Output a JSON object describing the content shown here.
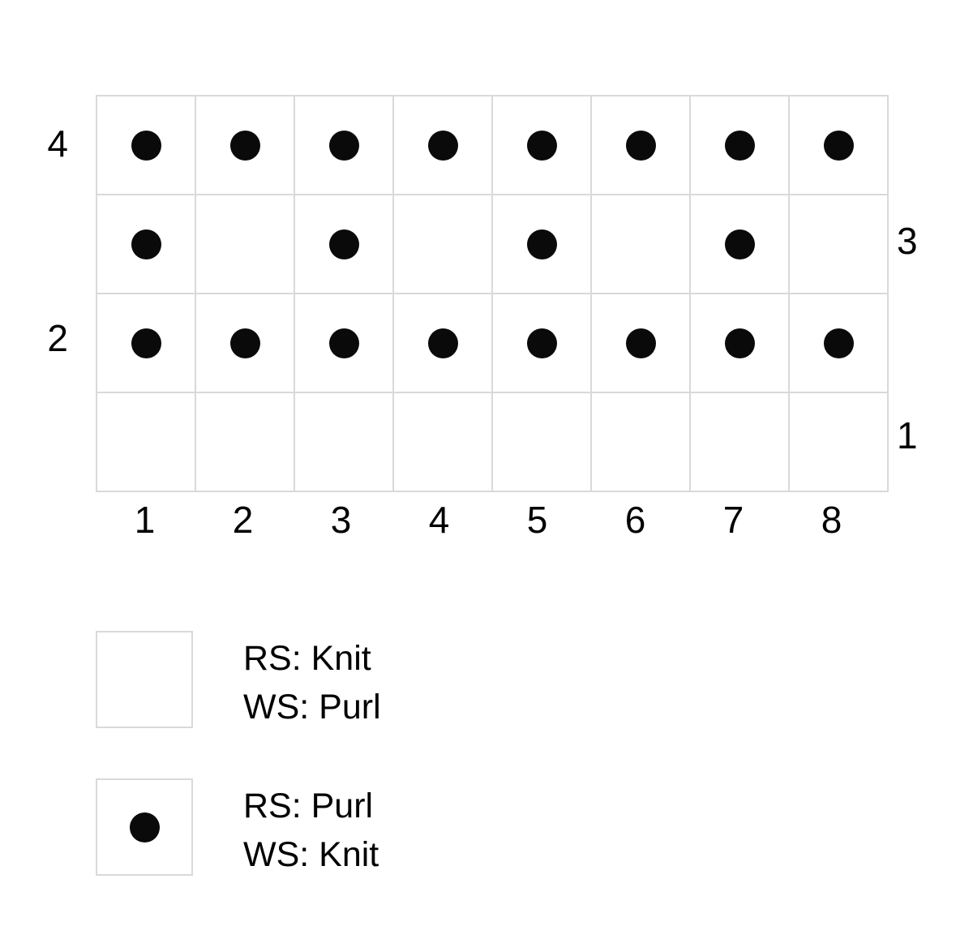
{
  "chart_data": {
    "type": "table",
    "title": "",
    "description": "Knitting stitch chart, 8 stitches wide by 4 rows tall",
    "columns": 8,
    "rows": 4,
    "symbols": {
      "empty": "",
      "dot": "purl-dot"
    },
    "column_labels": [
      "1",
      "2",
      "3",
      "4",
      "5",
      "6",
      "7",
      "8"
    ],
    "row_labels_left": [
      "4",
      "",
      "2",
      ""
    ],
    "row_labels_right": [
      "",
      "3",
      "",
      "1"
    ],
    "grid_top_to_bottom": [
      {
        "row_number": "4",
        "side": "WS",
        "label_side": "left",
        "cells": [
          "dot",
          "dot",
          "dot",
          "dot",
          "dot",
          "dot",
          "dot",
          "dot"
        ]
      },
      {
        "row_number": "3",
        "side": "RS",
        "label_side": "right",
        "cells": [
          "dot",
          "empty",
          "dot",
          "empty",
          "dot",
          "empty",
          "dot",
          "empty"
        ]
      },
      {
        "row_number": "2",
        "side": "WS",
        "label_side": "left",
        "cells": [
          "dot",
          "dot",
          "dot",
          "dot",
          "dot",
          "dot",
          "dot",
          "dot"
        ]
      },
      {
        "row_number": "1",
        "side": "RS",
        "label_side": "right",
        "cells": [
          "empty",
          "empty",
          "empty",
          "empty",
          "empty",
          "empty",
          "empty",
          "empty"
        ]
      }
    ],
    "grid_line_color": "#d9d9d9",
    "dot_color": "#0a0a0a",
    "background_color": "#ffffff"
  },
  "legend": {
    "items": [
      {
        "symbol": "empty",
        "line1": "RS: Knit",
        "line2": "WS: Purl"
      },
      {
        "symbol": "dot",
        "line1": "RS: Purl",
        "line2": "WS: Knit"
      }
    ]
  }
}
